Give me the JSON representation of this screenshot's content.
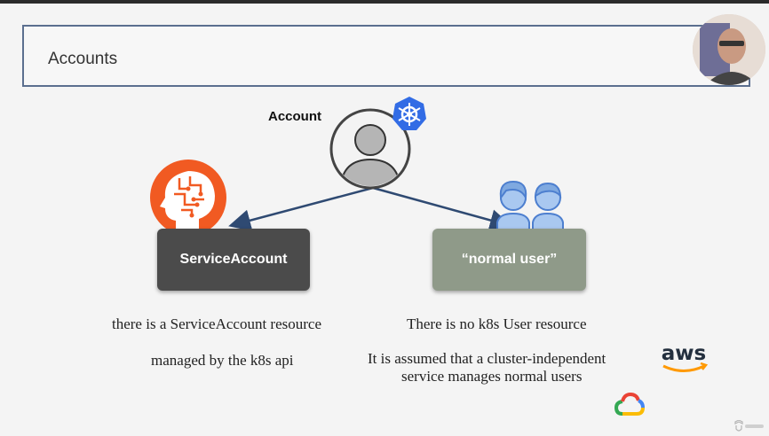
{
  "slide": {
    "title": "Accounts",
    "account_label": "Account",
    "service_account_box": "ServiceAccount",
    "normal_user_box": "“normal user”",
    "left_notes": [
      "there is a ServiceAccount resource",
      "managed by the k8s api"
    ],
    "right_notes": [
      "There is no k8s User resource",
      "It is assumed that a cluster-independent",
      "service manages normal users"
    ],
    "aws_logo_text": "aws"
  },
  "icons": {
    "account": "user-avatar-icon",
    "kubernetes": "kubernetes-helm-icon",
    "service_account": "robot-brain-head-icon",
    "normal_users": "users-group-icon",
    "aws": "aws-logo-icon",
    "gcp": "google-cloud-logo-icon"
  },
  "colors": {
    "title_border": "#5b6f8f",
    "service_account_box": "#4b4b4b",
    "normal_user_box": "#8f9a89",
    "arrow": "#2f4a72",
    "brain": "#f15a22",
    "users": "#7fa9e0",
    "kubernetes": "#326ce5"
  }
}
